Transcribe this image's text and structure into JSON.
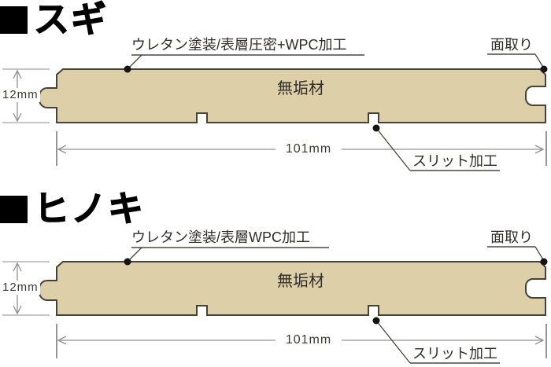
{
  "colors": {
    "wood": "#ddd0a8",
    "outline": "#45423a",
    "leader": "#4a473f",
    "dot": "#141414",
    "dim_line": "#909090",
    "dim_tick": "#4d4d4d",
    "ext_line": "#b3b3b3"
  },
  "sections": [
    {
      "heading": "スギ",
      "coating_label": "ウレタン塗装/表層圧密+WPC加工",
      "chamfer_label": "面取り",
      "core_label": "無垢材",
      "thickness_label": "12mm",
      "width_label": "101mm",
      "slit_label": "スリット加工"
    },
    {
      "heading": "ヒノキ",
      "coating_label": "ウレタン塗装/表層WPC加工",
      "chamfer_label": "面取り",
      "core_label": "無垢材",
      "thickness_label": "12mm",
      "width_label": "101mm",
      "slit_label": "スリット加工"
    }
  ]
}
